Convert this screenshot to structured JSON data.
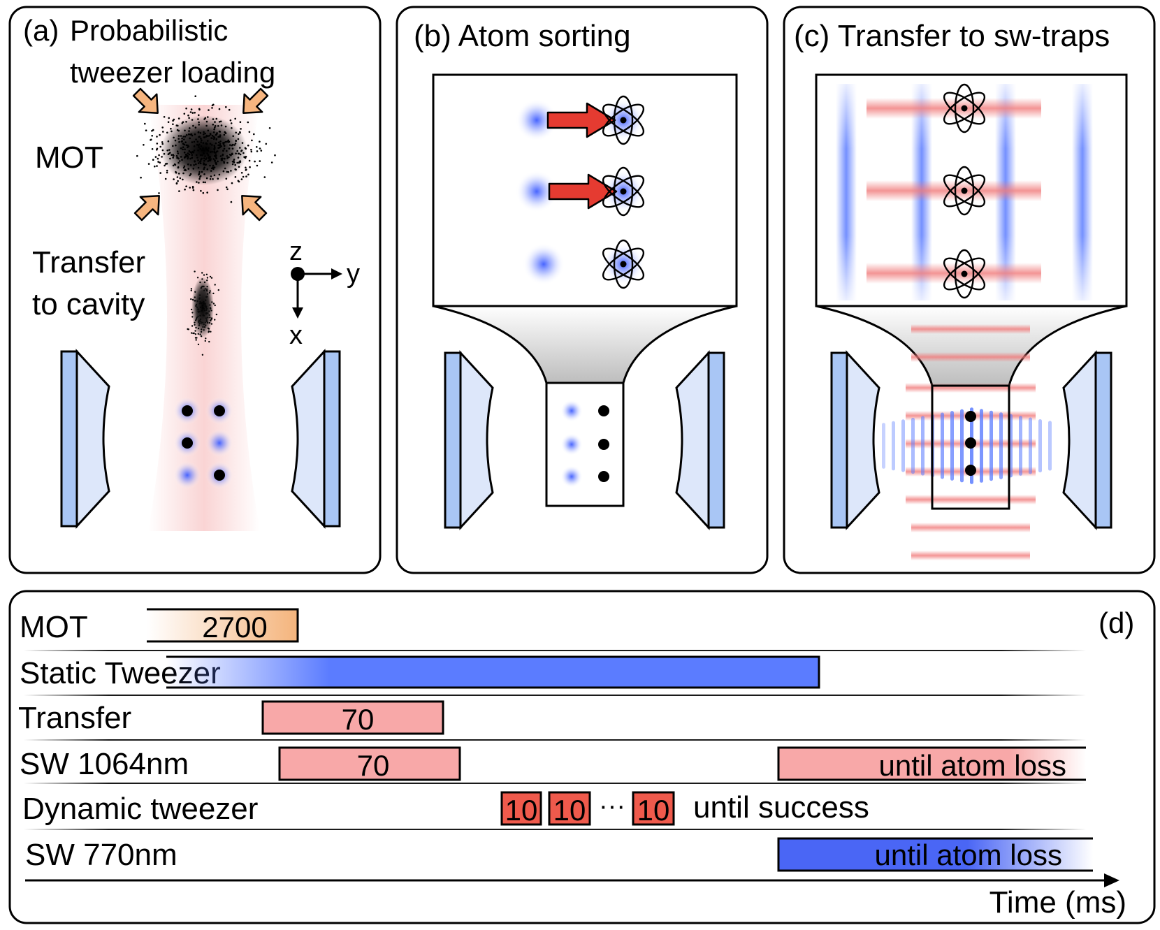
{
  "panel_a": {
    "tag": "(a)",
    "title_line1": "Probabilistic",
    "title_line2": "tweezer loading",
    "mot_label": "MOT",
    "transfer_line1": "Transfer",
    "transfer_line2": "to cavity",
    "axis_z": "z",
    "axis_y": "y",
    "axis_x": "x"
  },
  "panel_b": {
    "title": "(b) Atom sorting"
  },
  "panel_c": {
    "title": "(c) Transfer to sw-traps"
  },
  "panel_d": {
    "tag": "(d)",
    "time_axis_label": "Time (ms)",
    "rows": [
      {
        "label": "MOT"
      },
      {
        "label": "Static Tweezer"
      },
      {
        "label": "Transfer"
      },
      {
        "label": "SW 1064nm"
      },
      {
        "label": "Dynamic tweezer"
      },
      {
        "label": "SW 770nm"
      }
    ],
    "bars": {
      "mot": "2700",
      "transfer": "70",
      "sw1064_first": "70",
      "sw1064_second": "until atom loss",
      "dyn_1": "10",
      "dyn_2": "10",
      "dyn_ellipsis": "···",
      "dyn_3": "10",
      "dyn_note": "until success",
      "sw770": "until atom loss"
    }
  },
  "colors": {
    "tweezer_blue": "#5b7cff",
    "sw_red": "#f8a8a8",
    "dyn_red": "#ef5a4c",
    "mot_orange": "#f4b47c",
    "mirror_blue": "#a9c6f5"
  }
}
